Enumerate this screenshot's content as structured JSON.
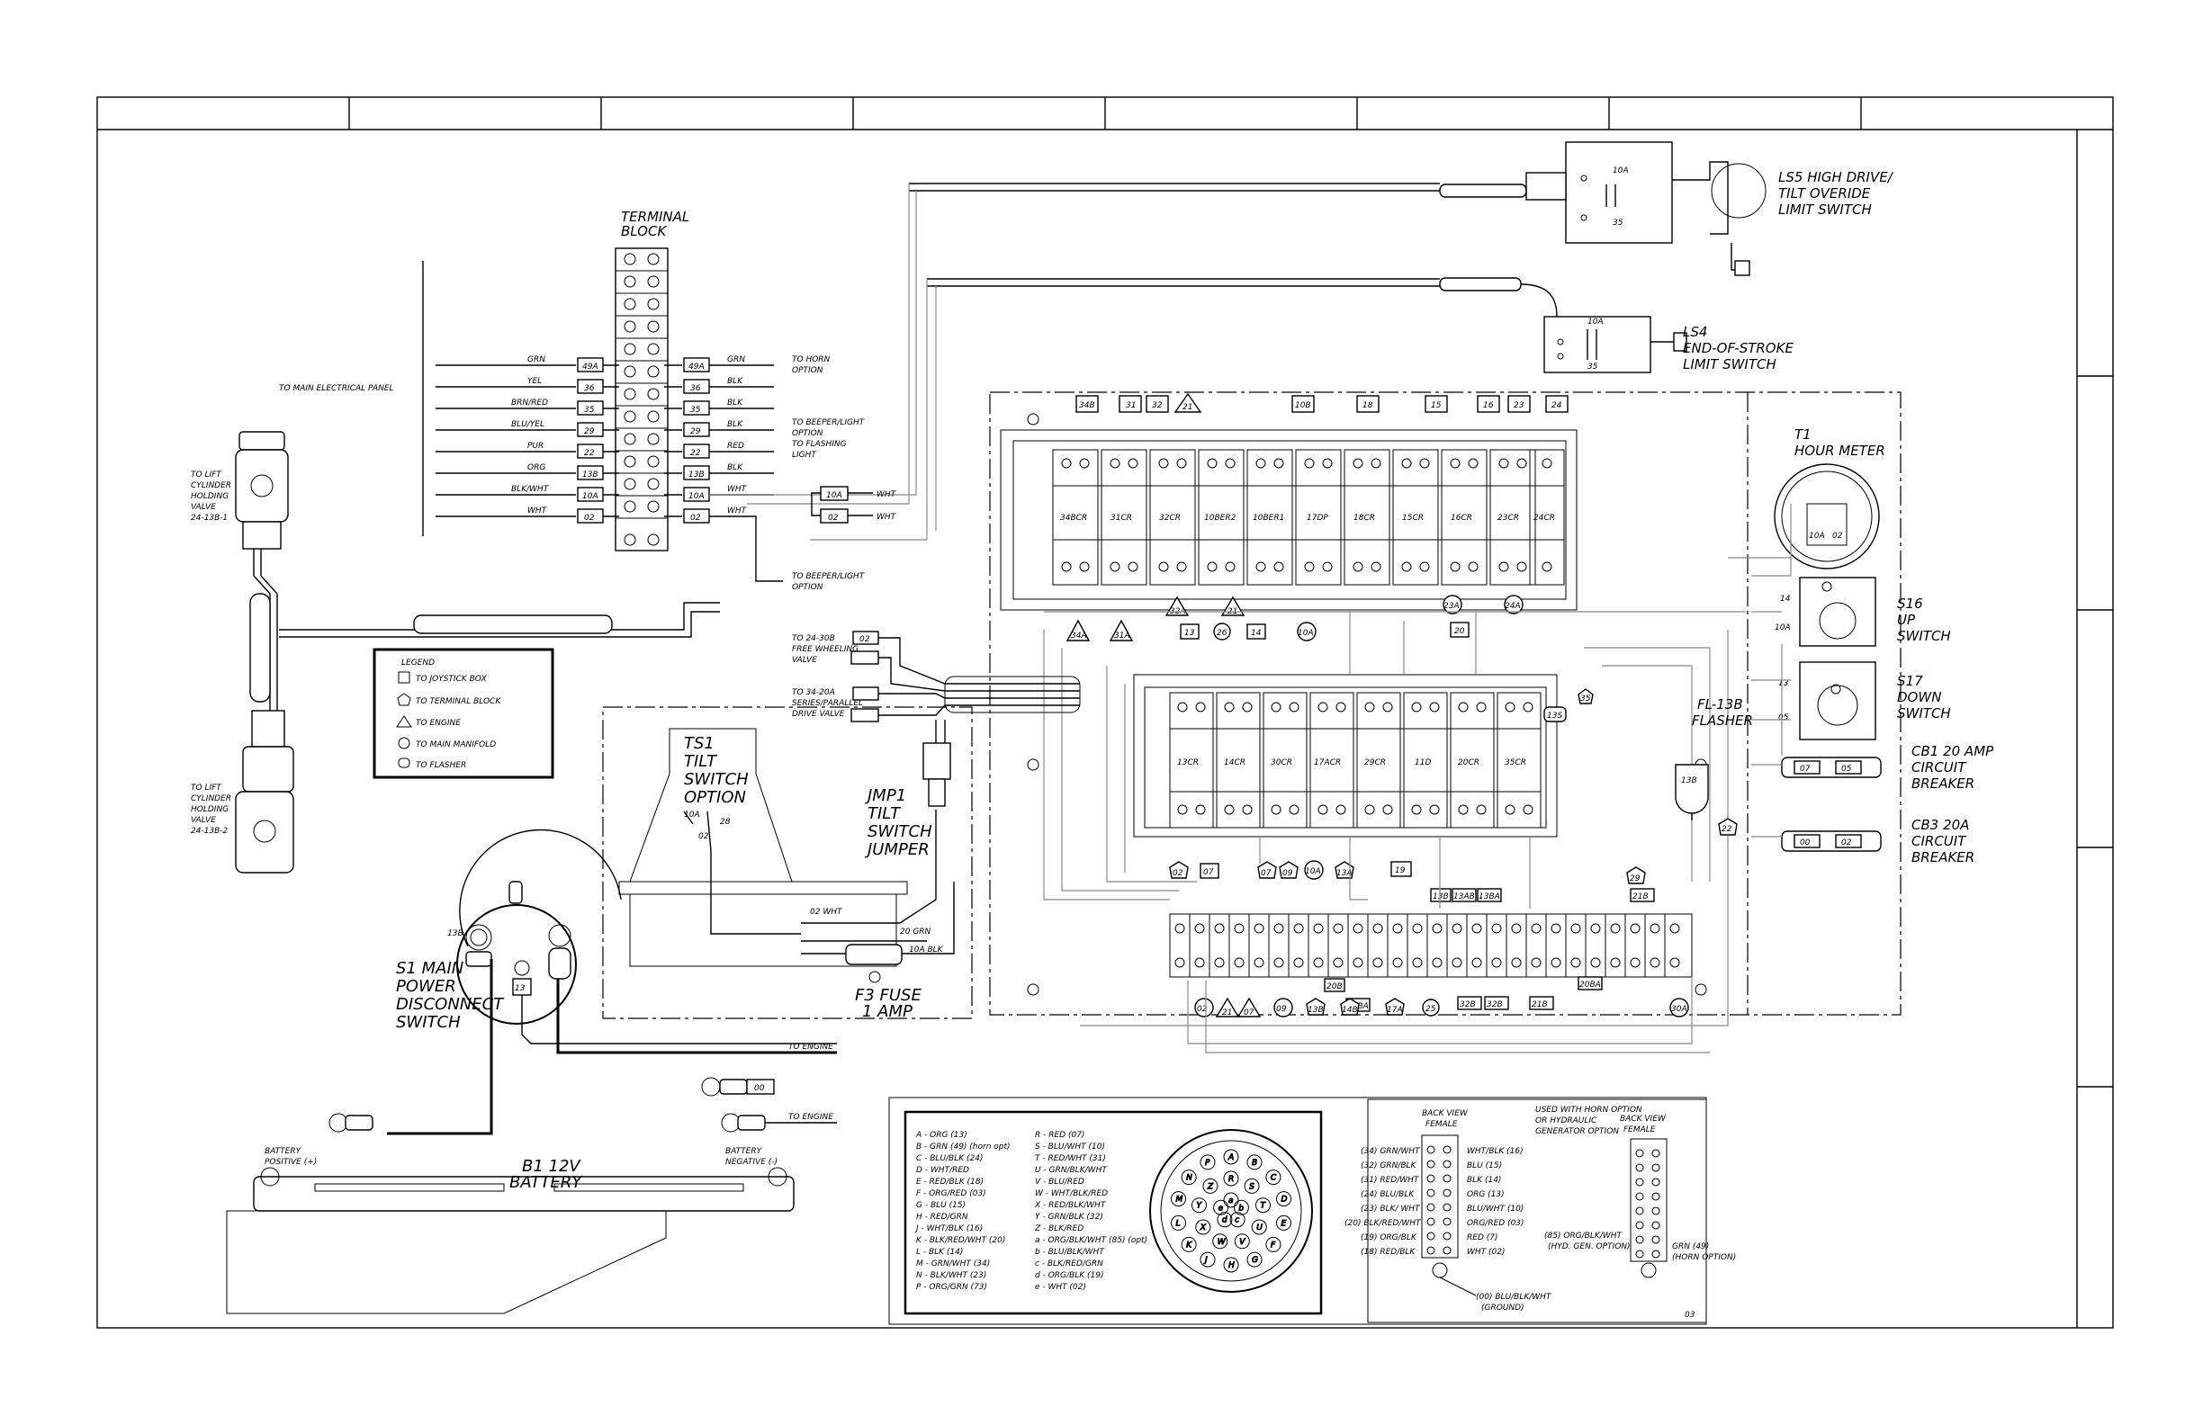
{
  "terminal_block": {
    "title_line1": "TERMINAL",
    "title_line2": "BLOCK",
    "to_panel": "TO MAIN ELECTRICAL PANEL",
    "rows": [
      {
        "color": "GRN",
        "num": "49A",
        "right_num": "49A",
        "right_color": "GRN"
      },
      {
        "color": "YEL",
        "num": "36",
        "right_num": "36",
        "right_color": "BLK"
      },
      {
        "color": "BRN/RED",
        "num": "35",
        "right_num": "35",
        "right_color": "BLK"
      },
      {
        "color": "BLU/YEL",
        "num": "29",
        "right_num": "29",
        "right_color": "BLK"
      },
      {
        "color": "PUR",
        "num": "22",
        "right_num": "22",
        "right_color": "RED"
      },
      {
        "color": "ORG",
        "num": "13B",
        "right_num": "13B",
        "right_color": "BLK"
      },
      {
        "color": "BLK/WHT",
        "num": "10A",
        "right_num": "10A",
        "right_color": "WHT"
      },
      {
        "color": "WHT",
        "num": "02",
        "right_num": "02",
        "right_color": "WHT"
      }
    ],
    "horn_option_1": "TO HORN",
    "horn_option_2": "OPTION",
    "beeper1_1": "TO BEEPER/LIGHT",
    "beeper1_2": "OPTION",
    "beeper1_3": "TO FLASHING",
    "beeper1_4": "LIGHT",
    "beeper2_1": "TO BEEPER/LIGHT",
    "beeper2_2": "OPTION"
  },
  "lift_valves": {
    "top_1": "TO LIFT",
    "top_2": "CYLINDER",
    "top_3": "HOLDING",
    "top_4": "VALVE",
    "top_5": "24-13B-1",
    "bottom_1": "TO LIFT",
    "bottom_2": "CYLINDER",
    "bottom_3": "HOLDING",
    "bottom_4": "VALVE",
    "bottom_5": "24-13B-2"
  },
  "legend": {
    "title": "LEGEND",
    "items": [
      "TO JOYSTICK BOX",
      "TO TERMINAL BLOCK",
      "TO ENGINE",
      "TO MAIN MANIFOLD",
      "TO FLASHER"
    ]
  },
  "switches": {
    "ls5_1": "LS5 HIGH DRIVE/",
    "ls5_2": "TILT OVERIDE",
    "ls5_3": "LIMIT SWITCH",
    "ls4_1": "LS4",
    "ls4_2": "END-OF-STROKE",
    "ls4_3": "LIMIT SWITCH",
    "t1_1": "T1",
    "t1_2": "HOUR METER",
    "s16_1": "S16",
    "s16_2": "UP",
    "s16_3": "SWITCH",
    "s17_1": "S17",
    "s17_2": "DOWN",
    "s17_3": "SWITCH",
    "cb1_1": "CB1 20 AMP",
    "cb1_2": "CIRCUIT",
    "cb1_3": "BREAKER",
    "cb3_1": "CB3 20A",
    "cb3_2": "CIRCUIT",
    "cb3_3": "BREAKER",
    "fl_1": "FL-13B",
    "fl_2": "FLASHER",
    "ts1_1": "TS1",
    "ts1_2": "TILT",
    "ts1_3": "SWITCH",
    "ts1_4": "OPTION",
    "jmp_1": "JMP1",
    "jmp_2": "TILT",
    "jmp_3": "SWITCH",
    "jmp_4": "JUMPER",
    "f3_1": "F3 FUSE",
    "f3_2": "1 AMP",
    "s1_1": "S1 MAIN",
    "s1_2": "POWER",
    "s1_3": "DISCONNECT",
    "s1_4": "SWITCH",
    "b1_1": "B1 12V",
    "b1_2": "BATTERY",
    "bat_pos_1": "BATTERY",
    "bat_pos_2": "POSITIVE (+)",
    "bat_neg_1": "BATTERY",
    "bat_neg_2": "NEGATIVE (-)",
    "to_engine": "TO ENGINE",
    "free_wheel_1": "TO 24-30B",
    "free_wheel_2": "FREE WHEELING",
    "free_wheel_3": "VALVE",
    "series_1": "TO 34-20A",
    "series_2": "SERIES/PARALLEL",
    "series_3": "DRIVE VALVE",
    "ts_labels": [
      "10A",
      "02",
      "28"
    ],
    "wire_02wht": "02 WHT",
    "wire_20grn": "20 GRN",
    "wire_10ablk": "10A BLK",
    "small_10a": "10A",
    "small_02": "02",
    "small_35": "35",
    "small_wht": "WHT",
    "s1_terminals": [
      "13B",
      "13"
    ],
    "t1_terminals": [
      "10A",
      "02"
    ],
    "s16_terminals": [
      "14",
      "10A"
    ],
    "s17_terminals": [
      "13",
      "05"
    ],
    "cb1_terminals": [
      "07",
      "05"
    ],
    "cb3_terminals": [
      "00",
      "02"
    ],
    "engine_ring": "00",
    "fl_num": "13B",
    "fl_badge": "22"
  },
  "relays_top": {
    "tags": [
      "34B",
      "31",
      "32",
      "21",
      "10B",
      "18",
      "15",
      "16",
      "23",
      "24"
    ],
    "names": [
      "34BCR",
      "31CR",
      "32CR",
      "10BER2",
      "10BER1",
      "17DP",
      "18CR",
      "15CR",
      "16CR",
      "23CR",
      "24CR"
    ],
    "bottom_tags": [
      "34A",
      "31A",
      "32A",
      "21",
      "23A",
      "24A"
    ]
  },
  "relays_mid": {
    "tags": [
      "13",
      "26",
      "14",
      "10A",
      "20",
      "35"
    ],
    "names": [
      "13CR",
      "14CR",
      "30CR",
      "17ACR",
      "29CR",
      "11D",
      "20CR",
      "35CR"
    ],
    "side_tag": "13S"
  },
  "relays_bottom": {
    "tags_top": [
      "02",
      "07",
      "07",
      "09",
      "10A",
      "13A",
      "19",
      "29"
    ],
    "tags_bottom": [
      "02",
      "21",
      "07",
      "09",
      "13B",
      "14B",
      "17A",
      "25",
      "30A"
    ],
    "box_labels": [
      "13B",
      "13AB",
      "13BA",
      "21B",
      "20B",
      "20BA",
      "32B",
      "32B",
      "21B",
      "20BA"
    ]
  },
  "connector": {
    "left_col": [
      "A - ORG (13)",
      "B - GRN (49) (horn opt)",
      "C - BLU/BLK (24)",
      "D - WHT/RED",
      "E - RED/BLK (18)",
      "F - ORG/RED (03)",
      "G - BLU (15)",
      "H - RED/GRN",
      "J - WHT/BLK (16)",
      "K - BLK/RED/WHT (20)",
      "L - BLK (14)",
      "M - GRN/WHT (34)",
      "N - BLK/WHT (23)",
      "P - ORG/GRN (73)"
    ],
    "right_col": [
      "R - RED (07)",
      "S - BLU/WHT (10)",
      "T - RED/WHT (31)",
      "U - GRN/BLK/WHT",
      "V - BLU/RED",
      "W - WHT/BLK/RED",
      "X - RED/BLK/WHT",
      "Y - GRN/BLK (32)",
      "Z - BLK/RED",
      "a - ORG/BLK/WHT (85) (opt)",
      "b - BLU/BLK/WHT",
      "c - BLK/RED/GRN",
      "d - ORG/BLK (19)",
      "e - WHT (02)"
    ],
    "pins": [
      "A",
      "B",
      "C",
      "D",
      "E",
      "F",
      "G",
      "H",
      "J",
      "K",
      "L",
      "M",
      "N",
      "P",
      "R",
      "S",
      "T",
      "U",
      "V",
      "W",
      "X",
      "Y",
      "Z",
      "a",
      "b",
      "c",
      "d",
      "e"
    ]
  },
  "back_view_1": {
    "title_1": "BACK VIEW",
    "title_2": "FEMALE",
    "left": [
      "(34) GRN/WHT",
      "(32) GRN/BLK",
      "(31) RED/WHT",
      "(24) BLU/BLK",
      "(23) BLK/ WHT",
      "(20) BLK/RED/WHT",
      "(19) ORG/BLK",
      "(18) RED/BLK"
    ],
    "right": [
      "WHT/BLK (16)",
      "BLU (15)",
      "BLK (14)",
      "ORG (13)",
      "BLU/WHT (10)",
      "ORG/RED (03)",
      "RED (7)",
      "WHT (02)"
    ],
    "ground_1": "(00) BLU/BLK/WHT",
    "ground_2": "(GROUND)"
  },
  "back_view_2": {
    "note_1": "USED WITH HORN OPTION",
    "note_2": "OR HYDRAULIC",
    "note_3": "GENERATOR OPTION",
    "title_1": "BACK VIEW",
    "title_2": "FEMALE",
    "left_1": "(85) ORG/BLK/WHT",
    "left_2": "(HYD. GEN. OPTION)",
    "right_1": "GRN (49)",
    "right_2": "(HORN OPTION)"
  },
  "sheet_num": "03"
}
